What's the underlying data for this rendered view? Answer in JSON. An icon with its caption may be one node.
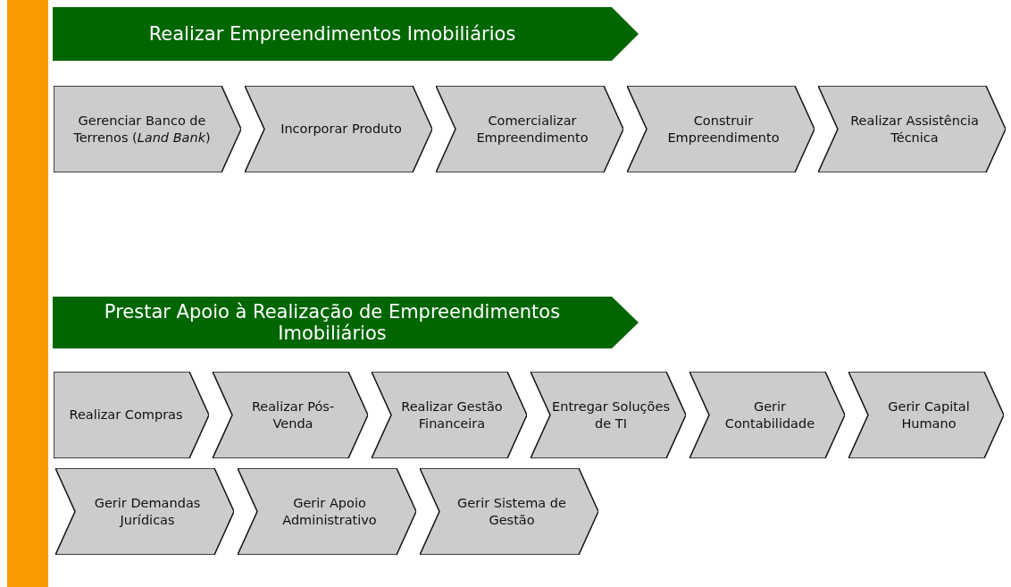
{
  "diagram": {
    "nodes": [
      {
        "text": [],
        "shape": "bar"
      },
      {
        "text": [
          "Realizar Empreendimentos Imobiliários"
        ]
      },
      {
        "text": [
          "Gerenciar Banco de Terrenos (*Land Bank*)"
        ]
      },
      {
        "text": [
          "Incorporar Produto"
        ]
      },
      {
        "text": [
          "Comercializar Empreendimento"
        ]
      },
      {
        "text": [
          "Construir Empreendimento"
        ]
      },
      {
        "text": [
          "Realizar Assistência Técnica"
        ]
      },
      {
        "text": [
          "Prestar Apoio à Realização de  Empreendimentos Imobiliários"
        ]
      },
      {
        "text": [
          "Realizar Compras"
        ]
      },
      {
        "text": [
          "Realizar Pós-Venda"
        ]
      },
      {
        "text": [
          "Realizar Gestão Financeira"
        ]
      },
      {
        "text": [
          "Entregar Soluções de TI"
        ]
      },
      {
        "text": [
          "Gerir Contabilidade"
        ]
      },
      {
        "text": [
          "Gerir Capital Humano"
        ]
      },
      {
        "text": [
          "Gerir Demandas Jurídicas"
        ]
      },
      {
        "text": [
          "Gerir Apoio Administrativo"
        ]
      },
      {
        "text": [
          "Gerir Sistema de Gestão"
        ]
      }
    ]
  }
}
